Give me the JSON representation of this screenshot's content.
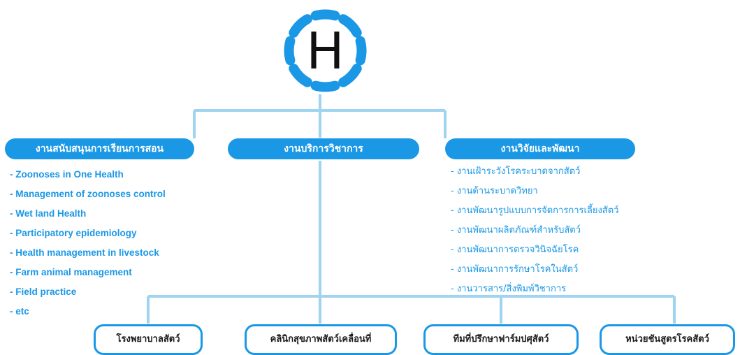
{
  "logo": {
    "letter": "H"
  },
  "top_nodes": [
    {
      "label": "งานสนับสนุนการเรียนการสอน"
    },
    {
      "label": "งานบริการวิชาการ"
    },
    {
      "label": "งานวิจัยและพัฒนา"
    }
  ],
  "teaching_items": [
    "- Zoonoses in One Health",
    "- Management of zoonoses control",
    "- Wet land Health",
    "- Participatory epidemiology",
    "- Health management in livestock",
    "- Farm animal management",
    "- Field practice",
    "- etc"
  ],
  "research_items": [
    "- งานเฝ้าระวังโรคระบาดจากสัตว์",
    "- งานด้านระบาดวิทยา",
    "- งานพัฒนารูปแบบการจัดการการเลี้ยงสัตว์",
    "- งานพัฒนาผลิตภัณฑ์สำหรับสัตว์",
    "- งานพัฒนาการตรวจวินิจฉัยโรค",
    "- งานพัฒนาการรักษาโรคในสัตว์",
    "- งานวารสาร/สิ่งพิมพ์วิชาการ"
  ],
  "service_units": [
    {
      "label": "โรงพยาบาลสัตว์"
    },
    {
      "label": "คลินิกสุขภาพสัตว์เคลื่อนที่"
    },
    {
      "label": "ทีมที่ปรึกษาฟาร์มปศุสัตว์"
    },
    {
      "label": "หน่วยชันสูตรโรคสัตว์"
    }
  ],
  "colors": {
    "accent": "#1a98e6",
    "connector": "#9fd4f1",
    "text_dark": "#1a1a1a"
  }
}
